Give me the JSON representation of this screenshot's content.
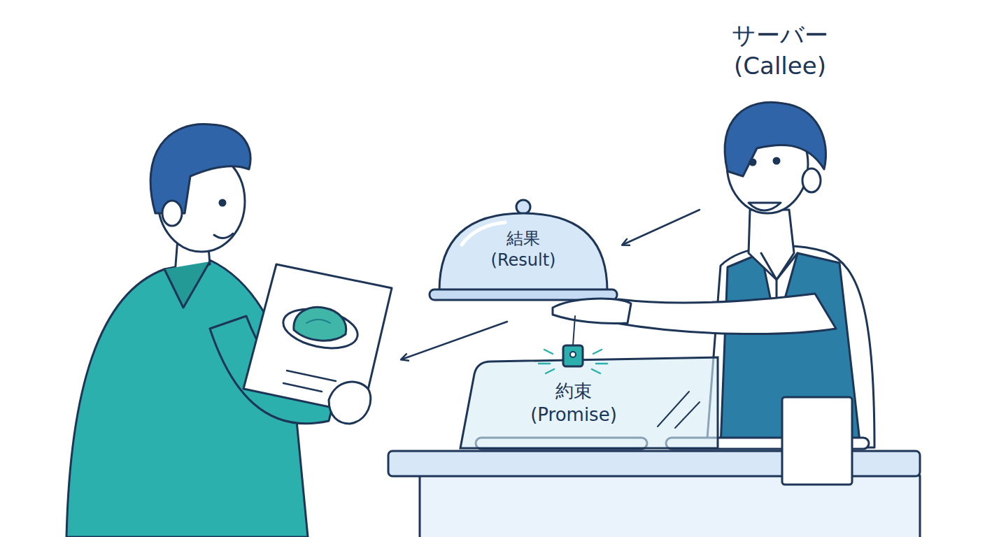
{
  "diagram": {
    "nodes": [
      {
        "text": [
          "サーバー (Callee)"
        ]
      },
      {
        "text": [
          "結果 (Result)"
        ]
      },
      {
        "text": [
          "約束 (Promise)"
        ]
      }
    ],
    "edges": [
      {
        "from": 0,
        "to": 1,
        "arrow": "to"
      }
    ]
  }
}
